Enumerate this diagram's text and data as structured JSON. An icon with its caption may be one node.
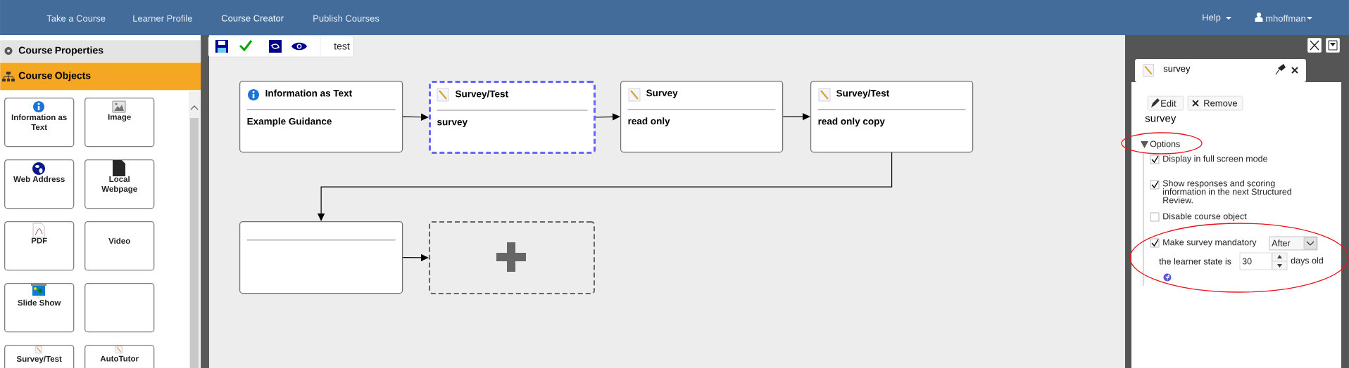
{
  "diagram": {
    "nodes": [
      {
        "text": [
          "Information as Text",
          "Example Guidance"
        ]
      },
      {
        "text": [
          "Survey/Test",
          "survey"
        ]
      },
      {
        "text": [
          "Survey",
          "read only"
        ]
      },
      {
        "text": [
          "Survey/Test",
          "read only copy"
        ]
      },
      {
        "text": [],
        "shape": "box"
      },
      {
        "text": [],
        "shape": "box"
      },
      {
        "text": [
          "Information as Text"
        ]
      },
      {
        "text": [
          "Image"
        ]
      },
      {
        "text": [
          "Web Address"
        ]
      },
      {
        "text": [
          "Local Webpage"
        ]
      },
      {
        "text": [
          "PDF"
        ]
      },
      {
        "text": [
          "Video"
        ]
      },
      {
        "text": [
          "Slide Show"
        ]
      },
      {
        "text": [],
        "shape": "box"
      },
      {
        "text": [
          "Survey/Test"
        ]
      },
      {
        "text": [
          "AutoTutor"
        ]
      }
    ],
    "edges": [
      {
        "from": 0,
        "to": 1,
        "arrow": "to"
      },
      {
        "from": 1,
        "to": 2,
        "arrow": "to"
      },
      {
        "from": 2,
        "to": 3,
        "arrow": "to"
      },
      {
        "from": 3,
        "to": 4,
        "arrow": "to"
      },
      {
        "from": 4,
        "to": 5,
        "arrow": "to"
      }
    ],
    "labels": [
      "Take a Course",
      "Learner Profile",
      "Course Creator",
      "Publish Courses",
      "Help",
      "mhoffman",
      "Course Properties",
      "Course Objects",
      "test",
      "survey",
      "Edit",
      "Remove",
      "survey",
      "Options",
      "Display in full screen mode",
      "Show responses and scoring information in the next Structured Review.",
      "Disable course object",
      "Make survey mandatory",
      "After",
      "the learner state is",
      "30",
      "days old"
    ]
  }
}
